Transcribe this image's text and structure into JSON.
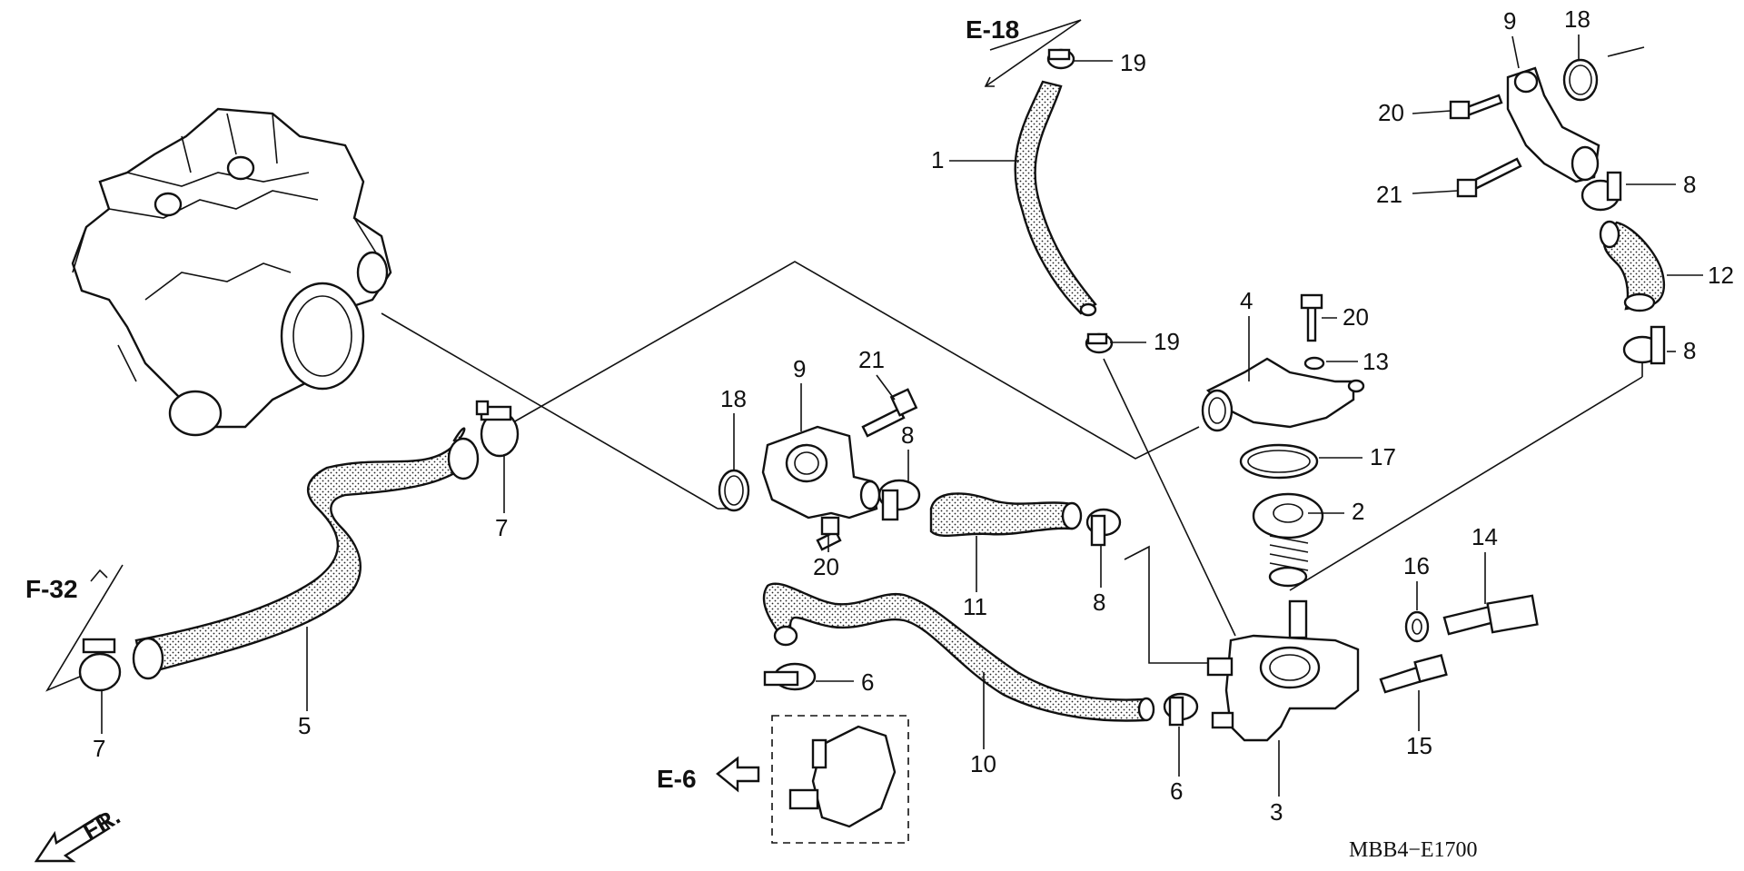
{
  "diagram": {
    "code": "MBB4−E1700",
    "fr_label": "FR.",
    "refs": {
      "e18": "E-18",
      "f32": "F-32",
      "e6": "E-6"
    },
    "parts": {
      "p1": "1",
      "p2": "2",
      "p3": "3",
      "p4": "4",
      "p5": "5",
      "p6a": "6",
      "p6b": "6",
      "p7a": "7",
      "p7b": "7",
      "p8a": "8",
      "p8b": "8",
      "p8c": "8",
      "p8d": "8",
      "p9a": "9",
      "p9b": "9",
      "p10": "10",
      "p11": "11",
      "p12": "12",
      "p13": "13",
      "p14": "14",
      "p15": "15",
      "p16": "16",
      "p17": "17",
      "p18a": "18",
      "p18b": "18",
      "p19a": "19",
      "p19b": "19",
      "p20a": "20",
      "p20b": "20",
      "p20c": "20",
      "p21a": "21",
      "p21b": "21"
    }
  }
}
